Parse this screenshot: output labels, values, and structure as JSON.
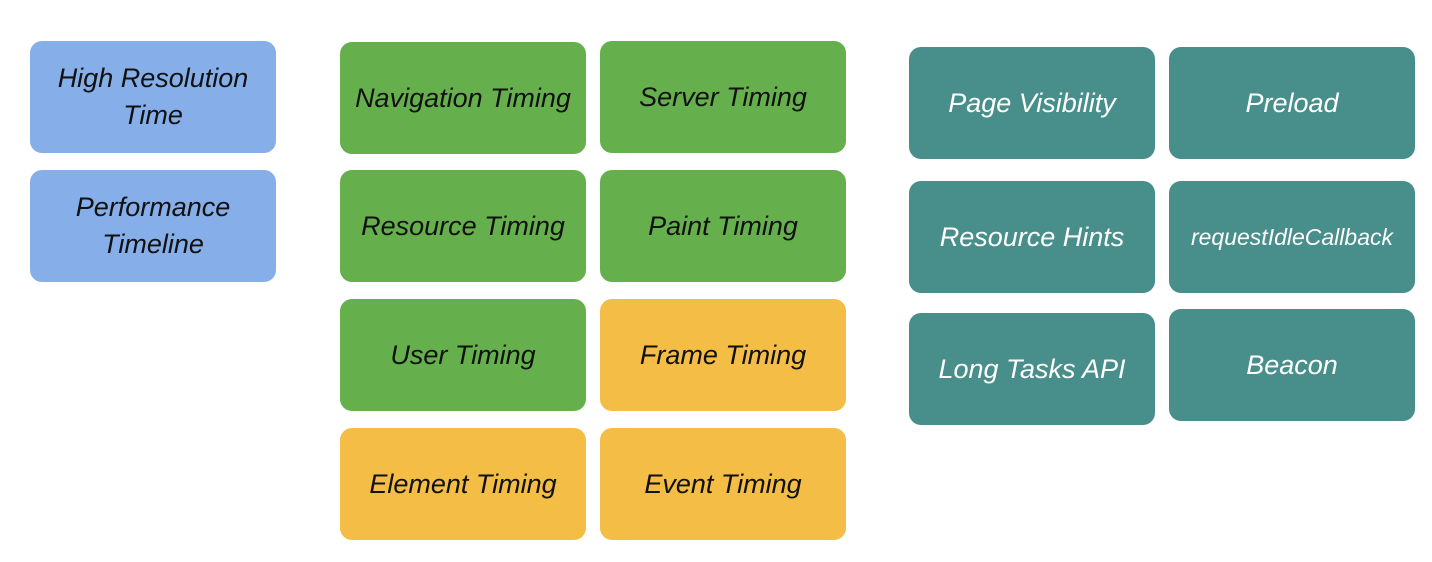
{
  "colors": {
    "blue": "#86aee8",
    "green": "#66af4d",
    "orange": "#f4bd45",
    "teal": "#488f8c"
  },
  "groups": {
    "foundation": [
      {
        "label": "High Resolution\nTime",
        "color": "blue"
      },
      {
        "label": "Performance\nTimeline",
        "color": "blue"
      }
    ],
    "timing": [
      {
        "label": "Navigation Timing",
        "color": "green"
      },
      {
        "label": "Server Timing",
        "color": "green"
      },
      {
        "label": "Resource Timing",
        "color": "green"
      },
      {
        "label": "Paint Timing",
        "color": "green"
      },
      {
        "label": "User Timing",
        "color": "green"
      },
      {
        "label": "Frame Timing",
        "color": "orange"
      },
      {
        "label": "Element Timing",
        "color": "orange"
      },
      {
        "label": "Event Timing",
        "color": "orange"
      }
    ],
    "other": [
      {
        "label": "Page Visibility",
        "color": "teal"
      },
      {
        "label": "Preload",
        "color": "teal"
      },
      {
        "label": "Resource Hints",
        "color": "teal"
      },
      {
        "label": "requestIdleCallback",
        "color": "teal"
      },
      {
        "label": "Long Tasks API",
        "color": "teal"
      },
      {
        "label": "Beacon",
        "color": "teal"
      }
    ]
  }
}
